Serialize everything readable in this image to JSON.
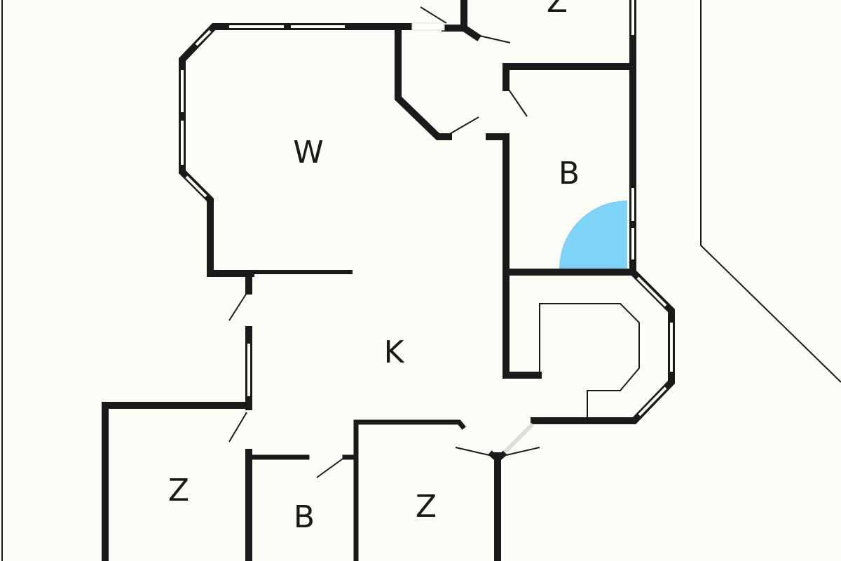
{
  "plan": {
    "rooms": [
      {
        "id": "z-top",
        "label": "Z"
      },
      {
        "id": "w",
        "label": "W"
      },
      {
        "id": "b-right",
        "label": "B"
      },
      {
        "id": "k",
        "label": "K"
      },
      {
        "id": "z-left",
        "label": "Z"
      },
      {
        "id": "b-bottom",
        "label": "B"
      },
      {
        "id": "z-bottom",
        "label": "Z"
      }
    ],
    "colors": {
      "wall": "#1a1a1a",
      "background": "#fdfdf8",
      "shower": "#7fd3f7"
    }
  }
}
